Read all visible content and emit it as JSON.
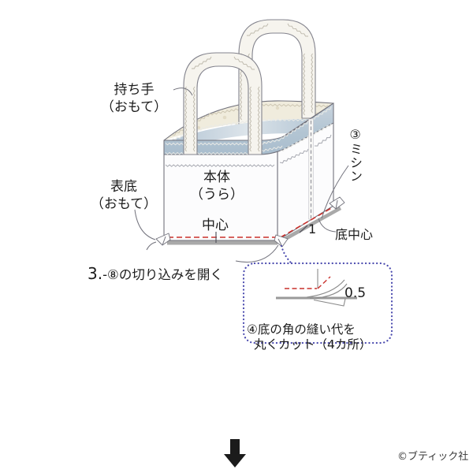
{
  "title": "tote-bag sewing instruction step diagram",
  "labels": {
    "handle": "持ち手\n（おもて）",
    "outer_bottom": "表底\n（おもて）",
    "body": "本体\n（うら）",
    "center": "中心",
    "machine_stitch": "③ミシン",
    "bottom_center": "底中心",
    "one": "1",
    "step_prefix": "3.",
    "step_rest": "-⑧の切り込みを開く"
  },
  "inset": {
    "line1": "④底の角の縫い代を",
    "line2": "丸くカット（4カ所）",
    "measure": "0.5"
  },
  "footer": {
    "copyright": "©ブティック社"
  },
  "icons": {
    "down_arrow": "⬇"
  },
  "colors": {
    "stitch-red": "#c9302c",
    "inset-blue": "#4a4aae",
    "band-blue": "#b5c6d4",
    "cream": "#f0ecdd",
    "outline-gray": "#72727c",
    "strip-gray": "#a9a9a9",
    "arrow-black": "#1b1b1b"
  }
}
